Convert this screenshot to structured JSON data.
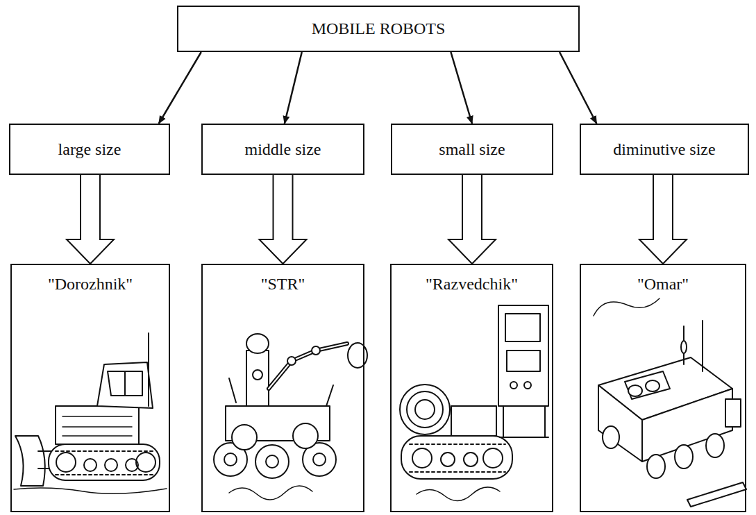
{
  "diagram": {
    "nodes": [
      {
        "text": [
          "MOBILE ROBOTS"
        ]
      },
      {
        "text": [
          "large size"
        ]
      },
      {
        "text": [
          "middle size"
        ]
      },
      {
        "text": [
          "small size"
        ]
      },
      {
        "text": [
          "diminutive size"
        ]
      },
      {
        "text": [
          "\"Dorozhnik\""
        ]
      },
      {
        "text": [
          "\"STR\""
        ]
      },
      {
        "text": [
          "\"Razvedchik\""
        ]
      },
      {
        "text": [
          "\"Omar\""
        ]
      }
    ],
    "edges": [
      {
        "from": 0,
        "to": 1,
        "arrow": "to"
      },
      {
        "from": 0,
        "to": 2,
        "arrow": "to"
      },
      {
        "from": 0,
        "to": 3,
        "arrow": "to"
      },
      {
        "from": 0,
        "to": 4,
        "arrow": "to"
      },
      {
        "from": 1,
        "to": 5,
        "arrow": "to"
      },
      {
        "from": 2,
        "to": 6,
        "arrow": "to"
      },
      {
        "from": 3,
        "to": 7,
        "arrow": "to"
      },
      {
        "from": 4,
        "to": 8,
        "arrow": "to"
      }
    ]
  }
}
